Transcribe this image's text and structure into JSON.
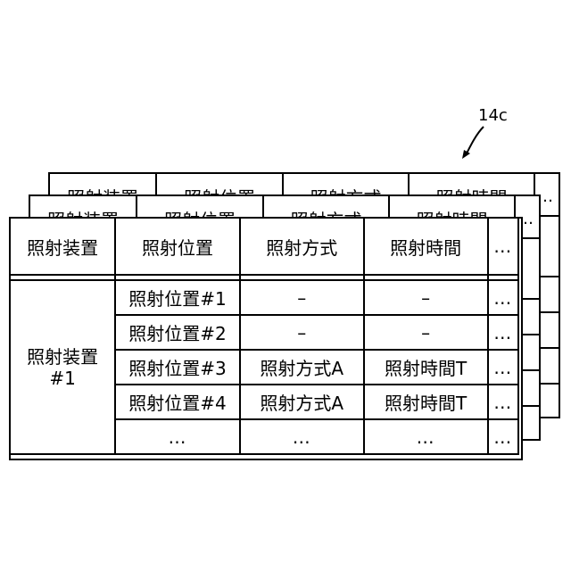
{
  "reference_label": "14c",
  "headers": {
    "device": "照射装置",
    "position": "照射位置",
    "method": "照射方式",
    "time": "照射時間",
    "more": "…"
  },
  "device_cell": "照射装置\n#1",
  "rows": [
    {
      "position": "照射位置#1",
      "method": "–",
      "time": "–",
      "more": "…"
    },
    {
      "position": "照射位置#2",
      "method": "–",
      "time": "–",
      "more": "…"
    },
    {
      "position": "照射位置#3",
      "method": "照射方式A",
      "time": "照射時間T",
      "more": "…"
    },
    {
      "position": "照射位置#4",
      "method": "照射方式A",
      "time": "照射時間T",
      "more": "…"
    },
    {
      "position": "…",
      "method": "…",
      "time": "…",
      "more": "…"
    }
  ]
}
